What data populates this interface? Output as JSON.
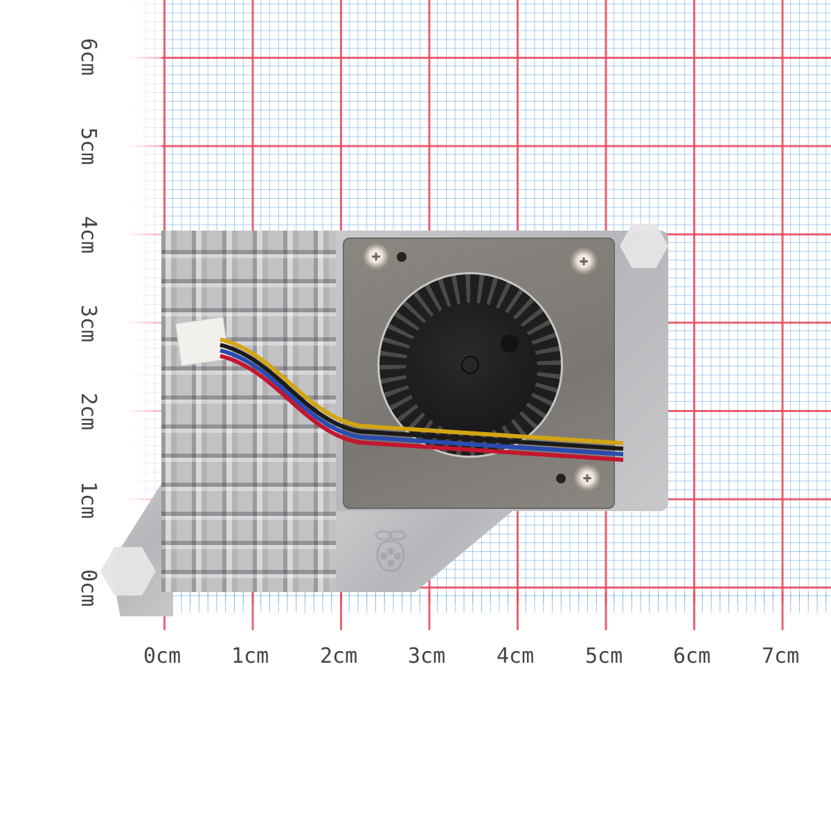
{
  "scene": {
    "subject": "Raspberry Pi active cooler",
    "description": "Aluminium heatsink with blower fan and 4-wire cable on graph paper with centimetre rulers"
  },
  "axes": {
    "x_labels": [
      "0cm",
      "1cm",
      "2cm",
      "3cm",
      "4cm",
      "5cm",
      "6cm",
      "7cm"
    ],
    "y_labels": [
      "0cm",
      "1cm",
      "2cm",
      "3cm",
      "4cm",
      "5cm",
      "6cm"
    ]
  },
  "colors": {
    "grid_major": "#eb465a",
    "grid_minor": "#5aa0e1",
    "aluminium": "#c0c0c3",
    "fan_frame": "#807c78",
    "fan_blades": "#1e1e1e",
    "wires": [
      "#d4a514",
      "#1a1a1a",
      "#2a4bb0",
      "#c4162f"
    ],
    "standoff": "#e6e4e6",
    "label_text": "#444444"
  }
}
